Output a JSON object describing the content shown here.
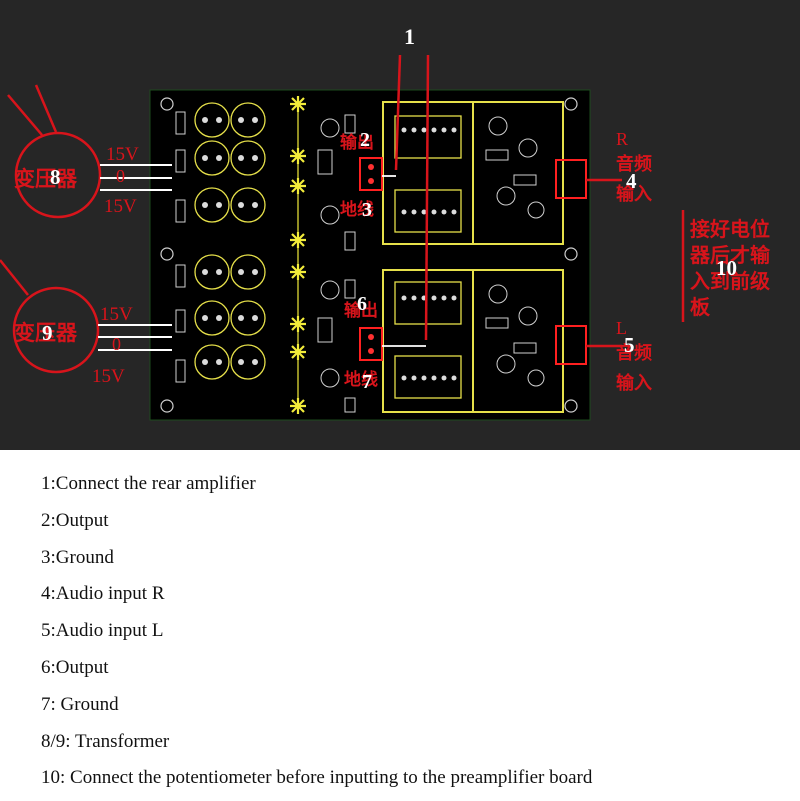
{
  "figure": {
    "markers": [
      "1",
      "2",
      "3",
      "4",
      "5",
      "6",
      "7",
      "8",
      "9",
      "10"
    ],
    "transformer_label": "变压器",
    "voltage_15v": "15V",
    "voltage_0": "0",
    "r_channel": {
      "letter": "R",
      "line1": "音频",
      "line2": "输入"
    },
    "l_channel": {
      "letter": "L",
      "line1": "音频",
      "line2": "输入"
    },
    "output_label": "输出",
    "ground_label": "地线",
    "note_lines": [
      "接好电位",
      "器后才输",
      "入到前级",
      "板"
    ],
    "colors": {
      "background": "#262626",
      "annotation_red": "#d8141b",
      "silkscreen_yellow": "#e6e04a",
      "board": "#000000"
    }
  },
  "legend": {
    "items": [
      "1:Connect the rear amplifier",
      "2:Output",
      "3:Ground",
      "4:Audio input R",
      "5:Audio input L",
      "6:Output",
      "7: Ground",
      "8/9: Transformer",
      "10: Connect the potentiometer before inputting to the preamplifier board"
    ]
  }
}
